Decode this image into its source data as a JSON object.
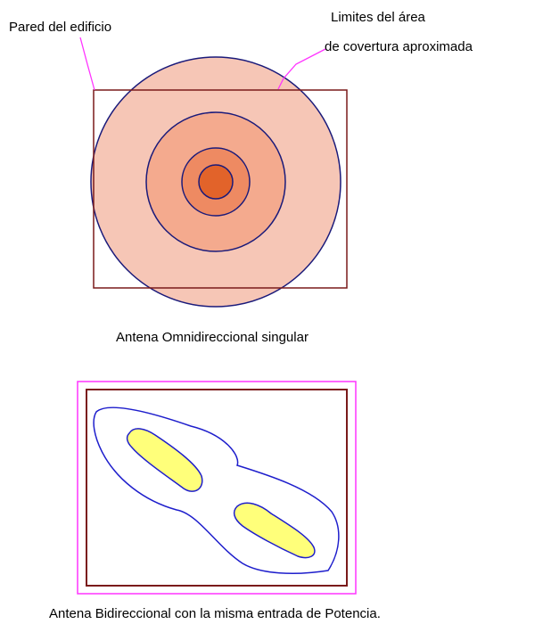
{
  "labels": {
    "wall": "Pared del edificio",
    "coverage_line1": "Limites del área",
    "coverage_line2": "de covertura aproximada",
    "omni_caption": "Antena Omnidireccional singular",
    "bidir_caption": "Antena Bidireccional con la misma entrada de Potencia."
  },
  "colors": {
    "wall": "#7a1a1a",
    "ring": "#1a1a7a",
    "leader": "#ff33ff",
    "zone1": "#f6c6b6",
    "zone2": "#f4aa8e",
    "zone3": "#ee8a62",
    "core": "#e2632a",
    "lobe_fill": "#ffff7a",
    "lobe_stroke": "#1e1ecc"
  }
}
